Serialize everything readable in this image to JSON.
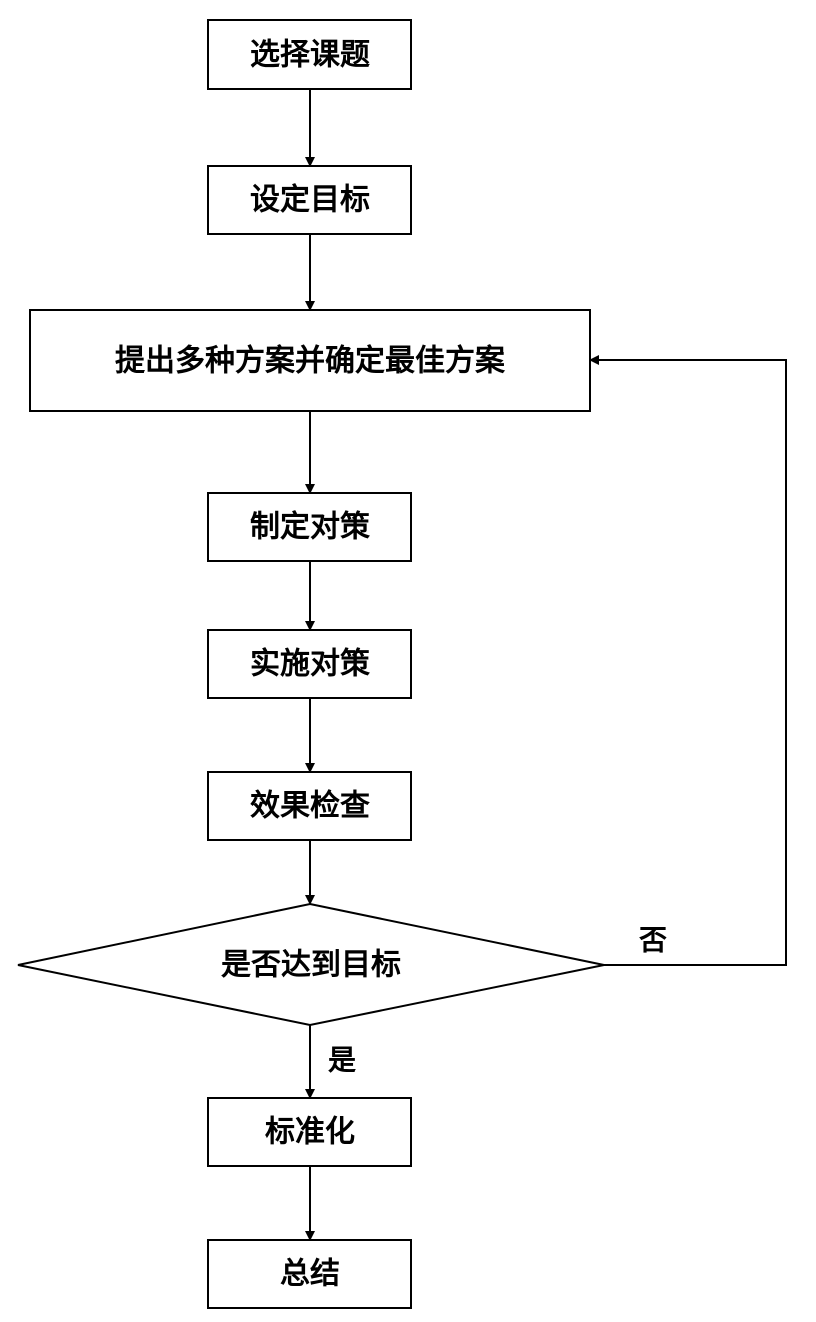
{
  "diagram": {
    "nodes": {
      "select_topic": "选择课题",
      "set_goal": "设定目标",
      "propose_plans": "提出多种方案并确定最佳方案",
      "make_measures": "制定对策",
      "implement_measures": "实施对策",
      "check_effect": "效果检查",
      "goal_reached": "是否达到目标",
      "standardize": "标准化",
      "summarize": "总结"
    },
    "edges": {
      "yes": "是",
      "no": "否"
    },
    "colors": {
      "stroke": "#000000",
      "fill": "#ffffff"
    }
  }
}
